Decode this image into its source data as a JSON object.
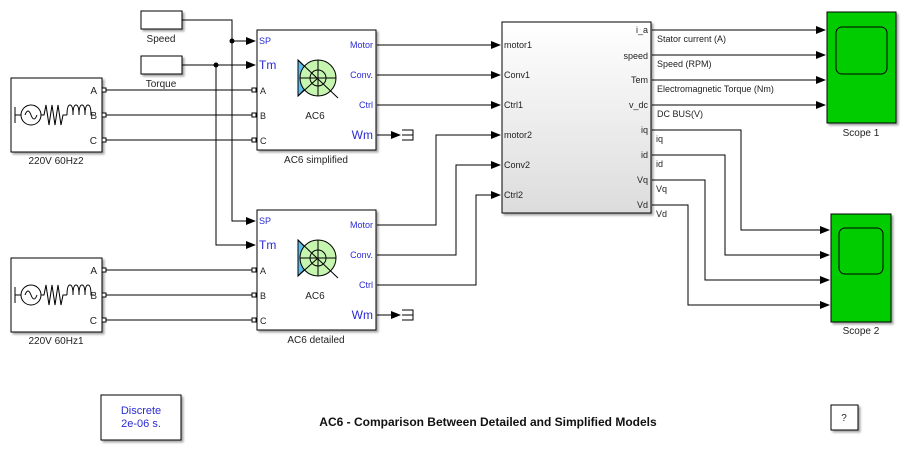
{
  "title": "AC6 - Comparison Between Detailed and Simplified Models",
  "constants": [
    {
      "id": "speed",
      "label": "Speed"
    },
    {
      "id": "torque",
      "label": "Torque"
    }
  ],
  "sources": [
    {
      "id": "src2",
      "label": "220V 60Hz2",
      "ports": [
        "A",
        "B",
        "C"
      ]
    },
    {
      "id": "src1",
      "label": "220V 60Hz1",
      "ports": [
        "A",
        "B",
        "C"
      ]
    }
  ],
  "drives": [
    {
      "id": "simplified",
      "label": "AC6 simplified",
      "center": "AC6",
      "inputs": [
        "SP",
        "Tm",
        "A",
        "B",
        "C"
      ],
      "outputs": [
        "Motor",
        "Conv.",
        "Ctrl",
        "Wm"
      ]
    },
    {
      "id": "detailed",
      "label": "AC6 detailed",
      "center": "AC6",
      "inputs": [
        "SP",
        "Tm",
        "A",
        "B",
        "C"
      ],
      "outputs": [
        "Motor",
        "Conv.",
        "Ctrl",
        "Wm"
      ]
    }
  ],
  "subsystem": {
    "inputs": [
      "motor1",
      "Conv1",
      "Ctrl1",
      "motor2",
      "Conv2",
      "Ctrl2"
    ],
    "outputs": [
      "i_a",
      "speed",
      "Tem",
      "v_dc",
      "iq",
      "id",
      "Vq",
      "Vd"
    ]
  },
  "signals": [
    "Stator current (A)",
    "Speed (RPM)",
    "Electromagnetic Torque (Nm)",
    "DC BUS(V)",
    "iq",
    "id",
    "Vq",
    "Vd"
  ],
  "scopes": [
    {
      "id": "scope1",
      "label": "Scope 1"
    },
    {
      "id": "scope2",
      "label": "Scope 2"
    }
  ],
  "powergui": {
    "line1": "Discrete",
    "line2": "2e-06 s."
  },
  "help_label": "?",
  "colors": {
    "scope_green": "#00cc00",
    "port_blue": "#2a2ad4",
    "motor_green": "#c6f5b0",
    "motor_blue": "#5bc0ee"
  }
}
